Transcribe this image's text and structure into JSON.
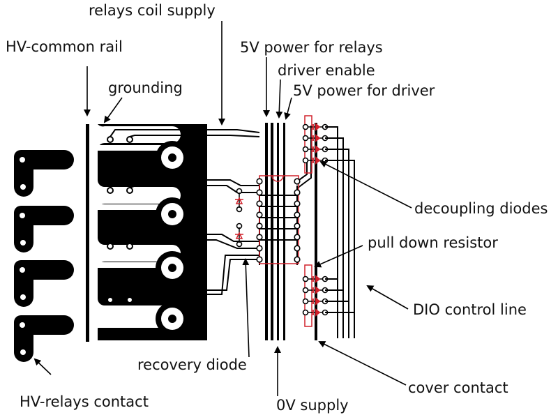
{
  "labels": {
    "relays_coil_supply": "relays coil supply",
    "hv_common_rail": "HV-common rail",
    "grounding": "grounding",
    "power_relays": "5V power for relays",
    "driver_enable": "driver enable",
    "power_driver": "5V power for driver",
    "decoupling_diodes": "decoupling diodes",
    "pull_down_resistor": "pull down resistor",
    "dio_control_line": "DIO control line",
    "recovery_diode": "recovery diode",
    "cover_contact": "cover contact",
    "hv_relays_contact": "HV-relays contact",
    "zero_v_supply": "0V supply"
  },
  "colors": {
    "trace": "#000000",
    "component_outline": "#d0202a",
    "background": "#ffffff"
  }
}
